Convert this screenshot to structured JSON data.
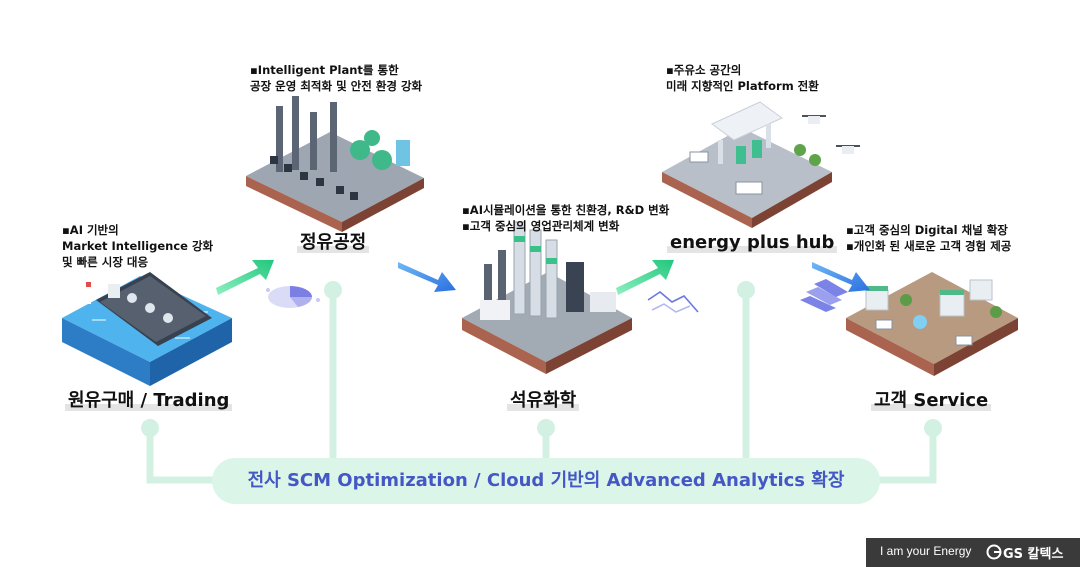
{
  "stages": [
    {
      "label": "원유구매 / Trading",
      "notes": [
        "▪AI 기반의",
        "  Market Intelligence 강화",
        "  및 빠른 시장 대응"
      ]
    },
    {
      "label": "정유공정",
      "notes": [
        "▪Intelligent Plant를 통한",
        "  공장 운영 최적화 및 안전 환경 강화"
      ]
    },
    {
      "label": "석유화학",
      "notes": [
        "▪AI시뮬레이션을 통한 친환경, R&D 변화",
        "▪고객 중심의 영업관리체계 변화"
      ]
    },
    {
      "label": "energy plus hub",
      "notes": [
        "▪주유소 공간의",
        "  미래 지향적인 Platform 전환"
      ]
    },
    {
      "label": "고객 Service",
      "notes": [
        "▪고객 중심의 Digital 채널 확장",
        "▪개인화 된 새로운 고객 경험 제공"
      ]
    }
  ],
  "bottom_bar": {
    "text": "전사 SCM Optimization  /  Cloud 기반의 Advanced Analytics 확장"
  },
  "footer": {
    "tagline": "I am your Energy",
    "brand": "GS 칼텍스"
  },
  "colors": {
    "mint": "#dff5ea",
    "mint_line": "#d2f0e2",
    "bar_text": "#4457c4",
    "green_arrow": "#2fd08a",
    "blue_arrow": "#3a86e8",
    "ground": "#8a5346",
    "water": "#3fa7e8"
  }
}
